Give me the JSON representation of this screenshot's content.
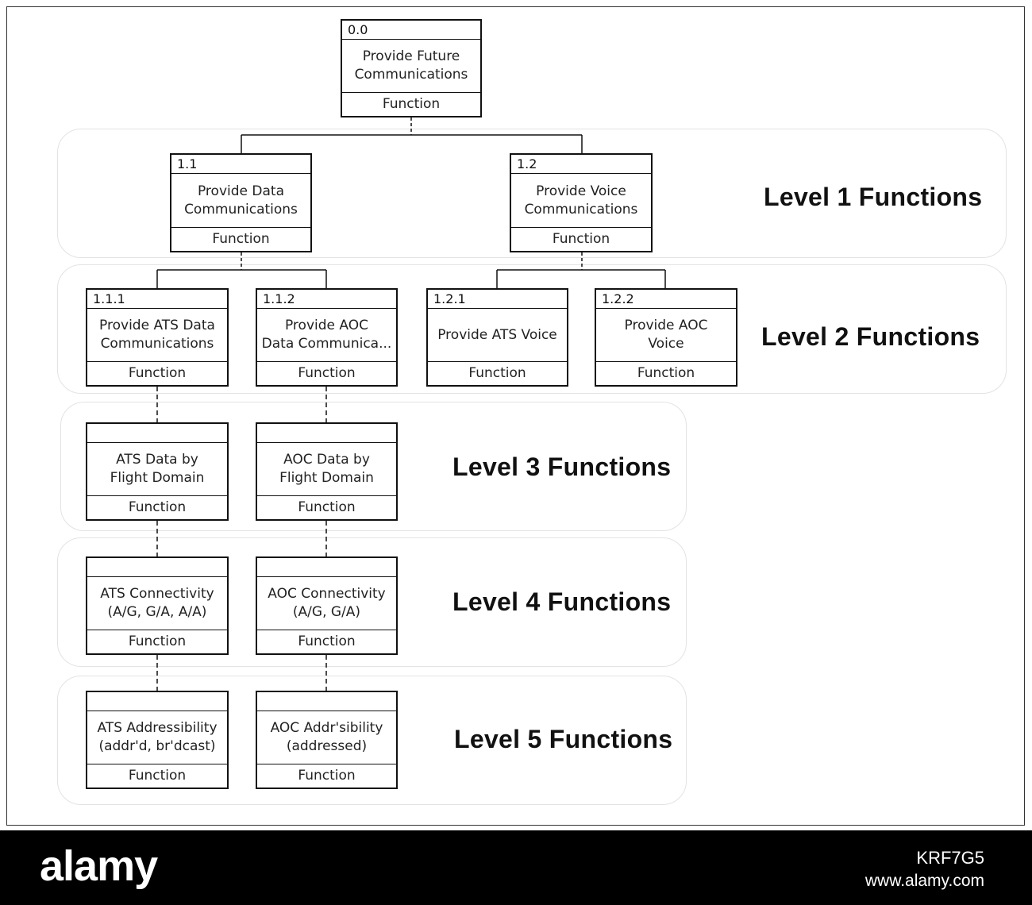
{
  "levels": {
    "l1": "Level 1 Functions",
    "l2": "Level 2 Functions",
    "l3": "Level 3 Functions",
    "l4": "Level 4 Functions",
    "l5": "Level 5 Functions"
  },
  "nodes": {
    "root": {
      "id": "0.0",
      "name": "Provide Future\nCommunications",
      "type": "Function"
    },
    "n11": {
      "id": "1.1",
      "name": "Provide Data\nCommunications",
      "type": "Function"
    },
    "n12": {
      "id": "1.2",
      "name": "Provide Voice\nCommunications",
      "type": "Function"
    },
    "n111": {
      "id": "1.1.1",
      "name": "Provide ATS Data\nCommunications",
      "type": "Function"
    },
    "n112": {
      "id": "1.1.2",
      "name": "Provide AOC\nData Communica...",
      "type": "Function"
    },
    "n121": {
      "id": "1.2.1",
      "name": "Provide ATS Voice",
      "type": "Function"
    },
    "n122": {
      "id": "1.2.2",
      "name": "Provide AOC\nVoice",
      "type": "Function"
    },
    "ats3": {
      "id": "",
      "name": "ATS Data by\nFlight Domain",
      "type": "Function"
    },
    "aoc3": {
      "id": "",
      "name": "AOC Data by\nFlight Domain",
      "type": "Function"
    },
    "ats4": {
      "id": "",
      "name": "ATS Connectivity\n(A/G, G/A, A/A)",
      "type": "Function"
    },
    "aoc4": {
      "id": "",
      "name": "AOC Connectivity\n(A/G, G/A)",
      "type": "Function"
    },
    "ats5": {
      "id": "",
      "name": "ATS Addressibility\n(addr'd, br'dcast)",
      "type": "Function"
    },
    "aoc5": {
      "id": "",
      "name": "AOC Addr'sibility\n(addressed)",
      "type": "Function"
    }
  },
  "footer": {
    "brand": "alamy",
    "image_id": "KRF7G5",
    "url": "www.alamy.com"
  },
  "colors": {
    "line": "#111111",
    "band_border": "#e3e3e3",
    "footer_bg": "#000000"
  }
}
